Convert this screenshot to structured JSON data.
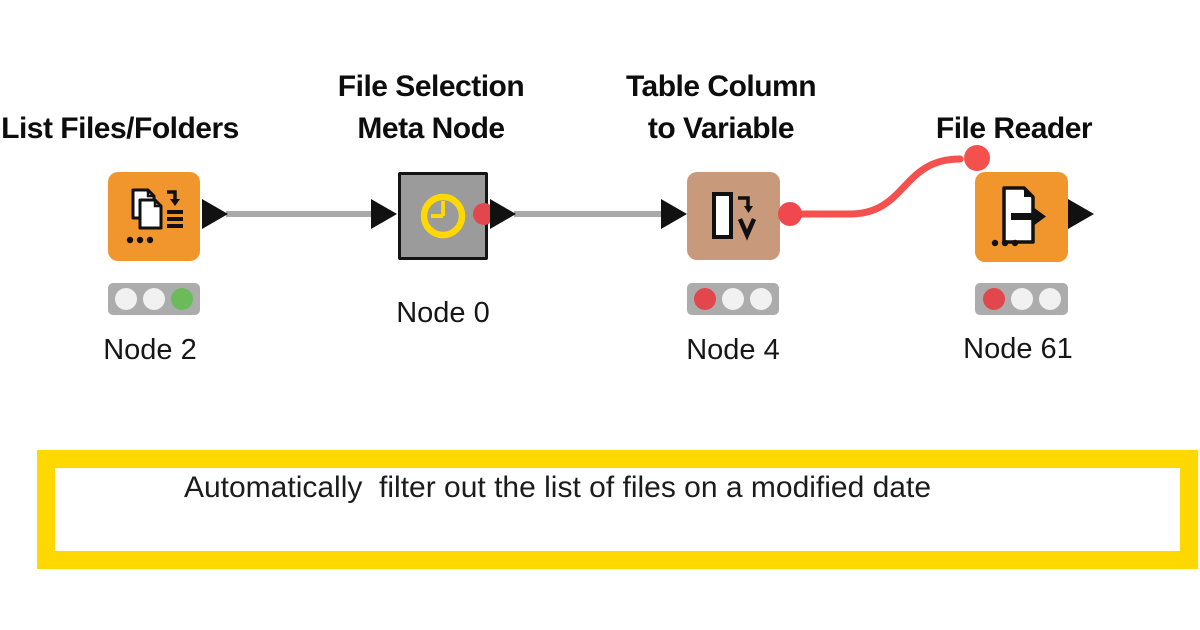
{
  "workflow": {
    "nodes": [
      {
        "title_lines": [
          "List Files/Folders"
        ],
        "label": "Node 2",
        "node_color": "#F0962D",
        "icon": "list-files-folders-icon",
        "lights": [
          "off",
          "off",
          "green"
        ],
        "ports": {
          "output": "data-triangle"
        }
      },
      {
        "title_lines": [
          "File Selection",
          "Meta Node"
        ],
        "label": "Node 0",
        "node_color": "#9B9B9B",
        "icon": "clock-icon",
        "ports": {
          "input": "data-triangle",
          "output": "data-triangle",
          "output_dot": "red-circle"
        }
      },
      {
        "title_lines": [
          "Table Column",
          "to Variable"
        ],
        "label": "Node 4",
        "node_color": "#C9997B",
        "icon": "column-to-variable-icon",
        "lights": [
          "red",
          "off",
          "off"
        ],
        "ports": {
          "input": "data-triangle",
          "output": "flow-variable-red-circle"
        }
      },
      {
        "title_lines": [
          "File Reader"
        ],
        "label": "Node 61",
        "node_color": "#F0962D",
        "icon": "file-reader-icon",
        "lights": [
          "red",
          "off",
          "off"
        ],
        "ports": {
          "input": "flow-variable-red-circle-top-left",
          "output": "data-triangle"
        }
      }
    ],
    "connections": [
      {
        "from": "Node 2",
        "to": "Node 0",
        "type": "data",
        "color": "#A9A9A9"
      },
      {
        "from": "Node 0",
        "to": "Node 4",
        "type": "data",
        "color": "#A9A9A9"
      },
      {
        "from": "Node 4",
        "to": "Node 61",
        "type": "flow-variable",
        "color": "#F4504E"
      }
    ]
  },
  "annotation": {
    "text": "Automatically  filter out the list of files on a modified date",
    "border_color": "#FFD800",
    "background": "#FFFFFF"
  },
  "colors": {
    "orange_node": "#F0962D",
    "tan_node": "#C9997B",
    "gray_metanode": "#9B9B9B",
    "metanode_border": "#141414",
    "clock_yellow": "#FFD800",
    "port_red": "#E8474D",
    "cable_red": "#F4504E",
    "connection_gray": "#A9A9A9",
    "port_black": "#111111",
    "light_green": "#6CBB5A",
    "light_red": "#E2474D",
    "light_off": "#F1F1F1",
    "traffic_bar": "#ACACAC"
  }
}
